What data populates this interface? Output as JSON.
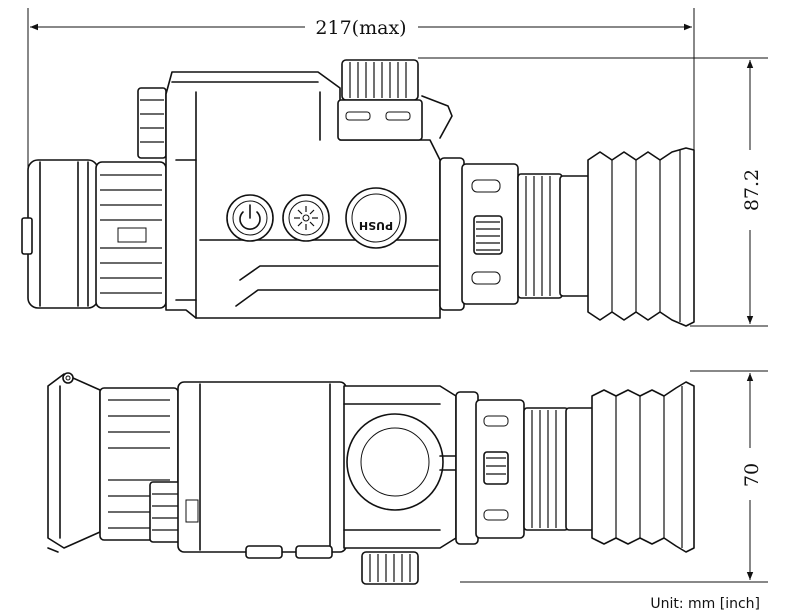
{
  "dimensions": {
    "length": "217(max)",
    "height": "87.2",
    "width": "70"
  },
  "units_note": "Unit: mm [inch]",
  "buttons": {
    "push_label": "PUSH",
    "power_icon": "power-icon",
    "brightness_icon": "sun-icon"
  }
}
